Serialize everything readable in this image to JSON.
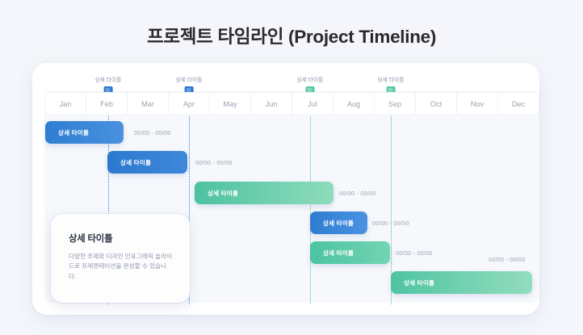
{
  "page": {
    "title": "프로젝트 타임라인 (Project Timeline)",
    "background_color": "#f4f6fb",
    "panel_color": "#ffffff"
  },
  "colors": {
    "blue": "#3b82d6",
    "blue_dark": "#2a78cf",
    "green": "#4bc2a0",
    "green_light": "#8fdcbb",
    "muted_text": "#9aa2b1"
  },
  "timeline": {
    "months": [
      "Jan",
      "Feb",
      "Mar",
      "Apr",
      "May",
      "Jun",
      "Jul",
      "Aug",
      "Sep",
      "Oct",
      "Nov",
      "Dec"
    ],
    "milestones": [
      {
        "label": "상세 타이틀",
        "month": "Feb",
        "color": "#2a78cf",
        "type": "blue"
      },
      {
        "label": "상세 타이틀",
        "month": "Apr",
        "color": "#2a78cf",
        "type": "blue"
      },
      {
        "label": "상세 타이틀",
        "month": "Jul",
        "color": "#56c8a4",
        "type": "green"
      },
      {
        "label": "상세 타이틀",
        "month": "Sep",
        "color": "#56c8a4",
        "type": "green"
      }
    ],
    "tasks": [
      {
        "label": "상세 타이틀",
        "dates": "00/00 - 00/00",
        "start_month": "Jan",
        "end_month": "Mar",
        "color": "blue"
      },
      {
        "label": "상세 타이틀",
        "dates": "00/00 - 00/00",
        "start_month": "Feb",
        "end_month": "Apr",
        "color": "blue"
      },
      {
        "label": "상세 타이틀",
        "dates": "00/00 - 00/00",
        "start_month": "Apr",
        "end_month": "Jul",
        "color": "green"
      },
      {
        "label": "상세 타이틀",
        "dates": "00/00 - 00/00",
        "start_month": "Jul",
        "end_month": "Aug",
        "color": "blue"
      },
      {
        "label": "상세 타이틀",
        "dates": "00/00 - 00/00",
        "start_month": "Jul",
        "end_month": "Sep",
        "color": "green"
      },
      {
        "label": "상세 타이틀",
        "dates": "00/00 - 00/00",
        "start_month": "Sep",
        "end_month": "Dec",
        "color": "green"
      }
    ]
  },
  "description_card": {
    "title": "상세 타이틀",
    "body": "다양한 주제와 디자인 인포그래픽 슬라이드로 프레젠테이션을 완성할 수 있습니다."
  }
}
